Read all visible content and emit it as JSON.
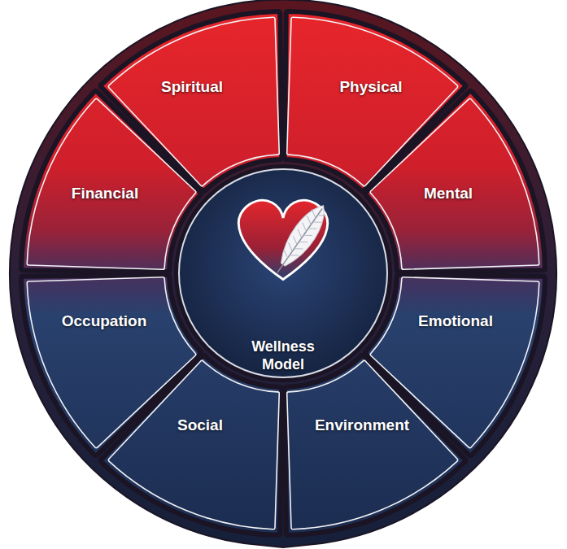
{
  "diagram": {
    "nodes": [
      {
        "text": [
          "Spiritual"
        ]
      },
      {
        "text": [
          "Physical"
        ]
      },
      {
        "text": [
          "Mental"
        ]
      },
      {
        "text": [
          "Emotional"
        ]
      },
      {
        "text": [
          "Environment"
        ]
      },
      {
        "text": [
          "Social"
        ]
      },
      {
        "text": [
          "Occupation"
        ]
      },
      {
        "text": [
          "Financial"
        ]
      },
      {
        "text": [
          "Wellness Model"
        ]
      }
    ]
  }
}
